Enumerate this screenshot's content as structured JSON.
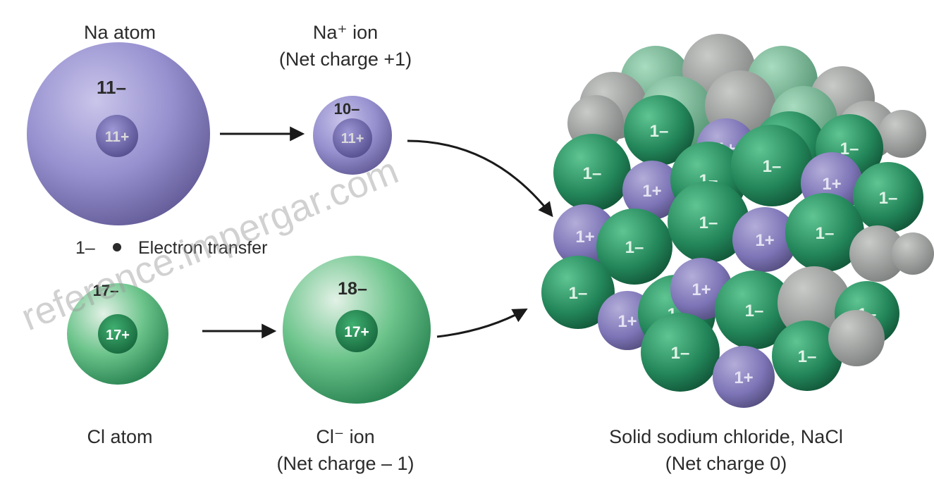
{
  "na_atom": {
    "title": "Na atom",
    "shell_charge": "11–",
    "nucleus_charge": "11+"
  },
  "na_ion": {
    "title": "Na⁺ ion",
    "subtitle": "(Net charge +1)",
    "shell_charge": "10–",
    "nucleus_charge": "11+"
  },
  "electron_transfer": {
    "electron_label": "1–",
    "label": "Electron transfer"
  },
  "cl_atom": {
    "title": "Cl atom",
    "shell_charge": "17–",
    "nucleus_charge": "17+"
  },
  "cl_ion": {
    "title": "Cl⁻ ion",
    "subtitle": "(Net charge – 1)",
    "shell_charge": "18–",
    "nucleus_charge": "17+"
  },
  "crystal": {
    "title": "Solid sodium chloride, NaCl",
    "subtitle": "(Net charge 0)",
    "cation_label": "1+",
    "anion_label": "1–"
  },
  "watermark": "reference.impergar.com",
  "colors": {
    "sodium": "#8a83c4",
    "chlorine": "#2f9e68",
    "arrow": "#1a1a1a"
  }
}
